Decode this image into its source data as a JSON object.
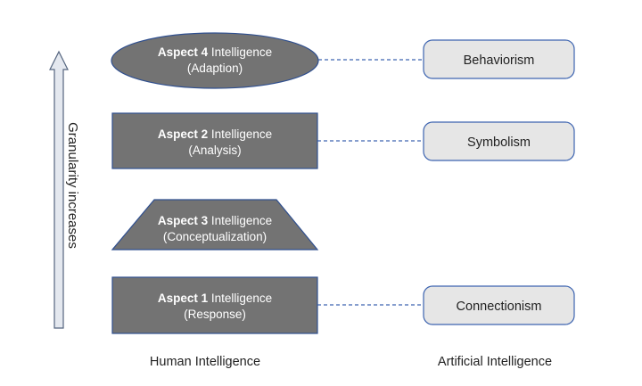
{
  "axis": {
    "label": "Granularity increases"
  },
  "human": {
    "label": "Human Intelligence",
    "aspect4": {
      "bold": "Aspect 4",
      "rest": " Intelligence",
      "sub": "(Adaption)"
    },
    "aspect2": {
      "bold": "Aspect 2",
      "rest": " Intelligence",
      "sub": "(Analysis)"
    },
    "aspect3": {
      "bold": "Aspect 3",
      "rest": " Intelligence",
      "sub": "(Conceptualization)"
    },
    "aspect1": {
      "bold": "Aspect 1",
      "rest": " Intelligence",
      "sub": "(Response)"
    }
  },
  "ai": {
    "label": "Artificial Intelligence",
    "behaviorism": "Behaviorism",
    "symbolism": "Symbolism",
    "connectionism": "Connectionism"
  },
  "colors": {
    "shape_fill": "#737373",
    "shape_stroke": "#2f4f8f",
    "ai_fill": "#e6e6e6",
    "ai_stroke": "#3d64b0",
    "connector": "#3d64b0",
    "arrow_fill": "#e4e8ef",
    "arrow_stroke": "#55657f"
  }
}
